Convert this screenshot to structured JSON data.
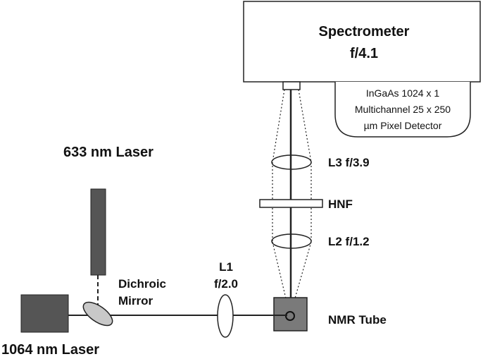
{
  "spectrometer": {
    "title": "Spectrometer",
    "fnumber": "f/4.1"
  },
  "detector": {
    "line1": "InGaAs 1024 x 1",
    "line2": "Multichannel 25 x 250",
    "line3": "µm Pixel Detector"
  },
  "lenses": {
    "l3": "L3 f/3.9",
    "hnf": "HNF",
    "l2": "L2 f/1.2",
    "l1_name": "L1",
    "l1_f": "f/2.0"
  },
  "lasers": {
    "red": "633 nm Laser",
    "ir": "1064 nm Laser"
  },
  "mirror": {
    "line1": "Dichroic",
    "line2": "Mirror"
  },
  "sample": {
    "label": "NMR Tube"
  },
  "colors": {
    "stroke": "#222222",
    "laser_body": "#555555",
    "sample_fill": "#7a7a7a",
    "mirror_fill": "#c8c8c8"
  }
}
